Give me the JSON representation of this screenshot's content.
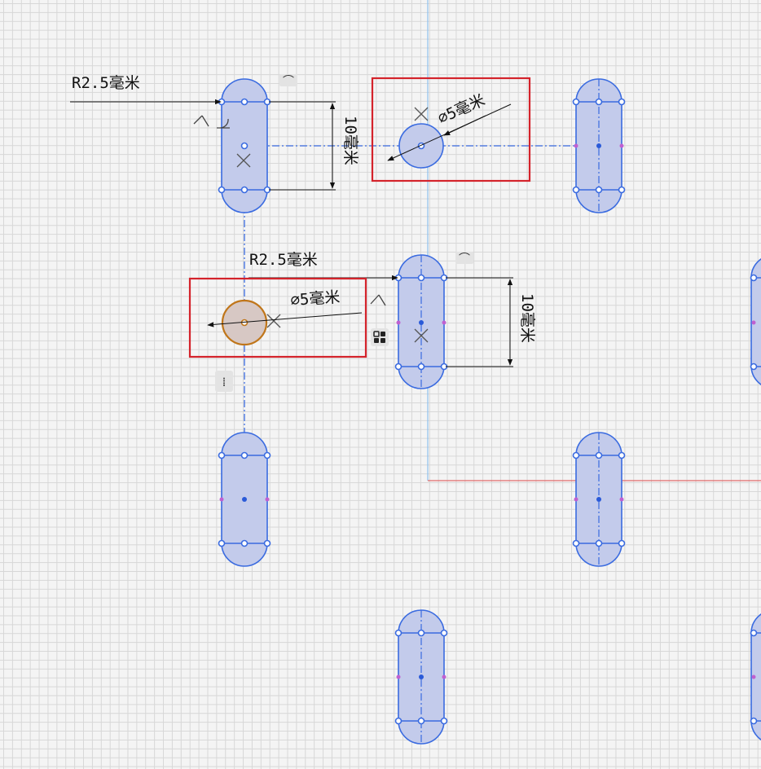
{
  "dimensions": {
    "radius_top": "R2.5毫米",
    "radius_mid": "R2.5毫米",
    "diameter_top": "⌀5毫米",
    "diameter_mid": "⌀5毫米",
    "length_top": "10毫米",
    "length_mid": "10毫米"
  },
  "toolbar_glyphs": {
    "constraint_a": "⌒",
    "constraint_b": "⌒",
    "align_icon": "⁞"
  },
  "colors": {
    "slot_fill": "#c3cbeb",
    "slot_stroke": "#3a6be0",
    "selected_stroke": "#c0761a",
    "highlight_box": "#d4232b",
    "axis_blue": "#8fc1ee",
    "axis_red": "#e06a6a",
    "point_magenta": "#c060d0"
  }
}
